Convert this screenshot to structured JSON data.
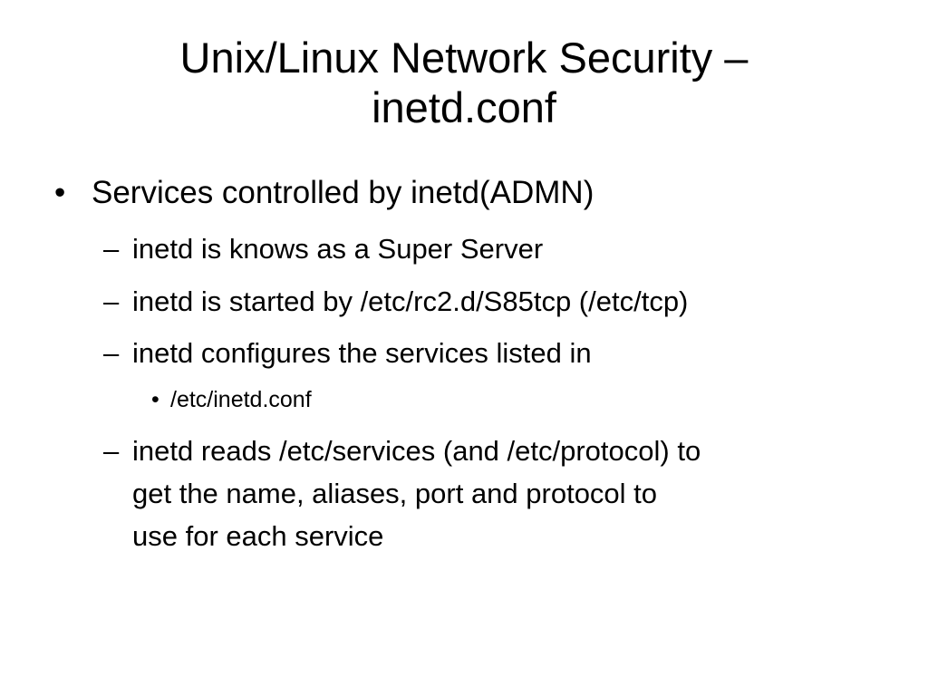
{
  "slide": {
    "title_lines": [
      "Unix/Linux Network Security –",
      "inetd.conf"
    ],
    "bullets": [
      {
        "marker": "•",
        "text": "Services controlled by inetd(ADMN)"
      },
      {
        "marker": "–",
        "text": "inetd is knows as a Super Server"
      },
      {
        "marker": "–",
        "text": "inetd is started by /etc/rc2.d/S85tcp (/etc/tcp)"
      },
      {
        "marker": "–",
        "text": "inetd configures the services listed in"
      },
      {
        "marker": "•",
        "text": "/etc/inetd.conf"
      },
      {
        "marker": "–",
        "lines": [
          "inetd reads /etc/services (and /etc/protocol) to",
          "get the name, aliases, port and protocol to",
          "use for each service"
        ]
      }
    ]
  }
}
